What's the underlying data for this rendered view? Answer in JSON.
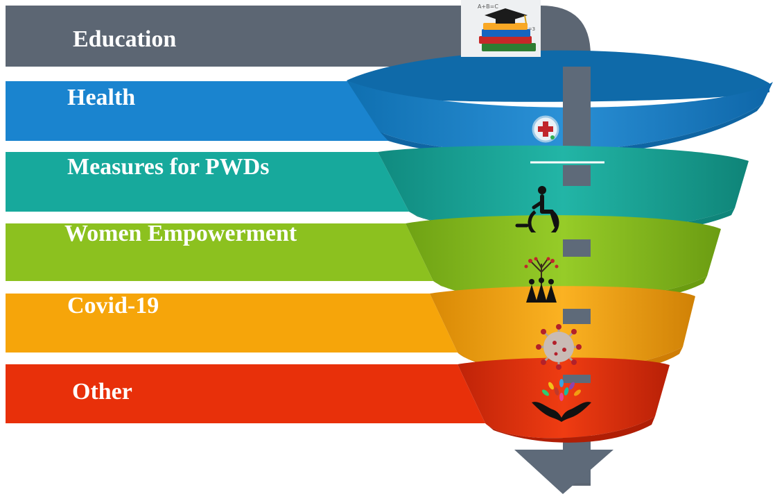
{
  "funnel": {
    "stages": [
      {
        "id": "education",
        "label": "Education",
        "color": "#5c6673",
        "icon": "graduation-books-icon"
      },
      {
        "id": "health",
        "label": "Health",
        "color": "#1a84cf",
        "icon": "medical-cross-icon"
      },
      {
        "id": "pwds",
        "label": "Measures for PWDs",
        "color": "#17a99c",
        "icon": "wheelchair-icon"
      },
      {
        "id": "women",
        "label": "Women Empowerment",
        "color": "#8cc11f",
        "icon": "women-tree-icon"
      },
      {
        "id": "covid",
        "label": "Covid-19",
        "color": "#f6a50a",
        "icon": "virus-icon"
      },
      {
        "id": "other",
        "label": "Other",
        "color": "#e8300a",
        "icon": "hands-leaves-icon"
      }
    ],
    "arrow_color": "#5e6a79",
    "book_icon_text": {
      "top": "A+B=C",
      "side": "1+2=3"
    }
  }
}
